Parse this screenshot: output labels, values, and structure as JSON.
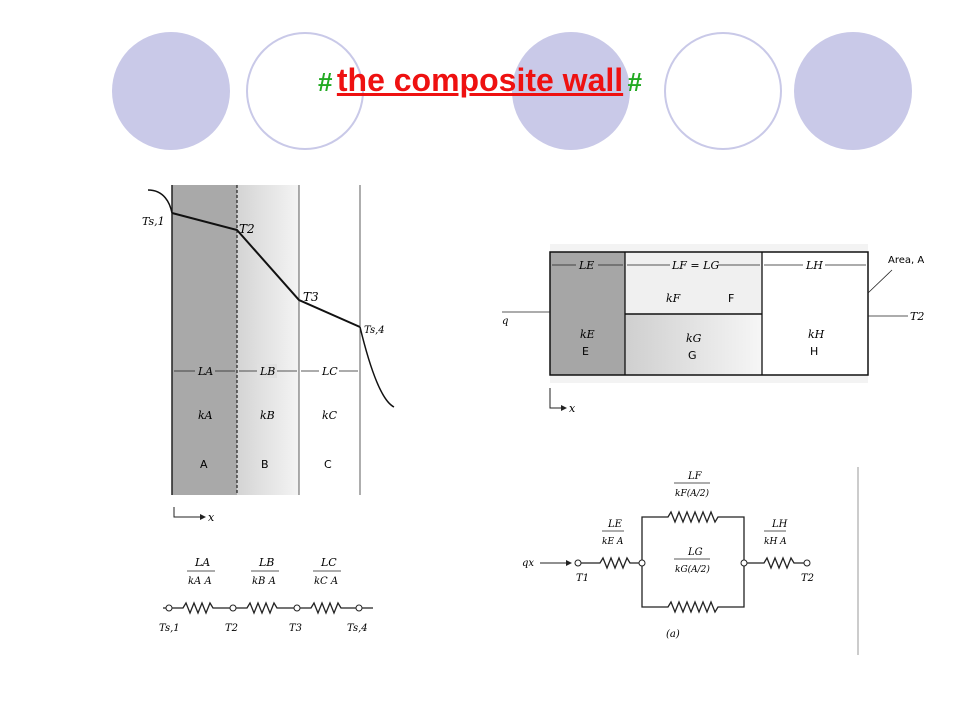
{
  "slide": {
    "title_prefix": "#",
    "title": "the composite wall",
    "title_suffix": "#"
  },
  "series_wall": {
    "temperatures": {
      "ts1": "Ts,1",
      "t2": "T2",
      "t3": "T3",
      "ts4": "Ts,4"
    },
    "thickness_labels": [
      "LA",
      "LB",
      "LC"
    ],
    "conductivity_labels": [
      "kA",
      "kB",
      "kC"
    ],
    "layer_names": [
      "A",
      "B",
      "C"
    ],
    "axis_label": "x"
  },
  "series_circuit": {
    "resistances": [
      {
        "num": "LA",
        "den": "kA A"
      },
      {
        "num": "LB",
        "den": "kB A"
      },
      {
        "num": "LC",
        "den": "kC A"
      }
    ],
    "nodes": [
      "Ts,1",
      "T2",
      "T3",
      "Ts,4"
    ]
  },
  "parallel_wall": {
    "dims": {
      "le": "LE",
      "lfg": "LF = LG",
      "lh": "LH"
    },
    "area_label": "Area, A",
    "t2_label": "T2",
    "flux_label": "q",
    "cells": {
      "e": {
        "k": "kE",
        "name": "E"
      },
      "f": {
        "k": "kF",
        "name": "F"
      },
      "g": {
        "k": "kG",
        "name": "G"
      },
      "h": {
        "k": "kH",
        "name": "H"
      }
    },
    "axis_label": "x"
  },
  "parallel_circuit": {
    "r_e": {
      "num": "LE",
      "den": "kE A"
    },
    "r_f": {
      "num": "LF",
      "den": "kF(A/2)"
    },
    "r_g": {
      "num": "LG",
      "den": "kG(A/2)"
    },
    "r_h": {
      "num": "LH",
      "den": "kH A"
    },
    "q_label": "qx",
    "t1_label": "T1",
    "t2_label": "T2",
    "caption": "(a)"
  }
}
